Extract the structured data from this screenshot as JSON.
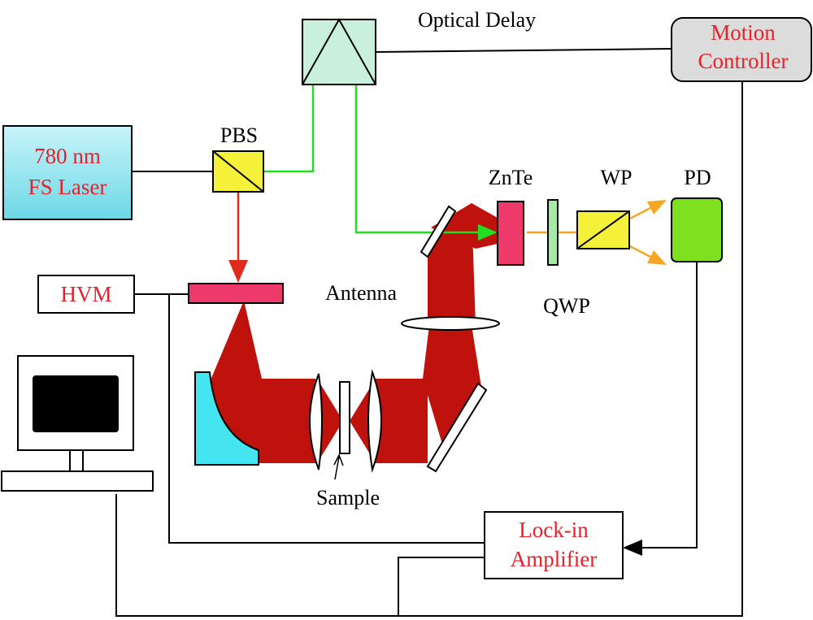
{
  "labels": {
    "optical_delay": "Optical Delay",
    "motion_controller_line1": "Motion",
    "motion_controller_line2": "Controller",
    "laser_line1": "780 nm",
    "laser_line2": "FS Laser",
    "pbs": "PBS",
    "znte": "ZnTe",
    "wp": "WP",
    "pd": "PD",
    "hvm": "HVM",
    "antenna": "Antenna",
    "qwp": "QWP",
    "sample": "Sample",
    "lockin_line1": "Lock-in",
    "lockin_line2": "Amplifier"
  },
  "colors": {
    "thz_beam": "#c0120c",
    "green_beam": "#22dd22",
    "orange_beam": "#f5a623",
    "red_beam": "#e02a1a",
    "laser_fill": "#8ee0ec",
    "pbs_fill": "#f5f03a",
    "delay_fill": "#c8f0dc",
    "crystal_pink": "#ee3a6a",
    "qwp_fill": "#a8e8a8",
    "pd_fill": "#7ee01e",
    "mirror_cyan": "#44e4f0",
    "controller_fill": "#dcdcdc",
    "label_red": "#e8202a"
  }
}
